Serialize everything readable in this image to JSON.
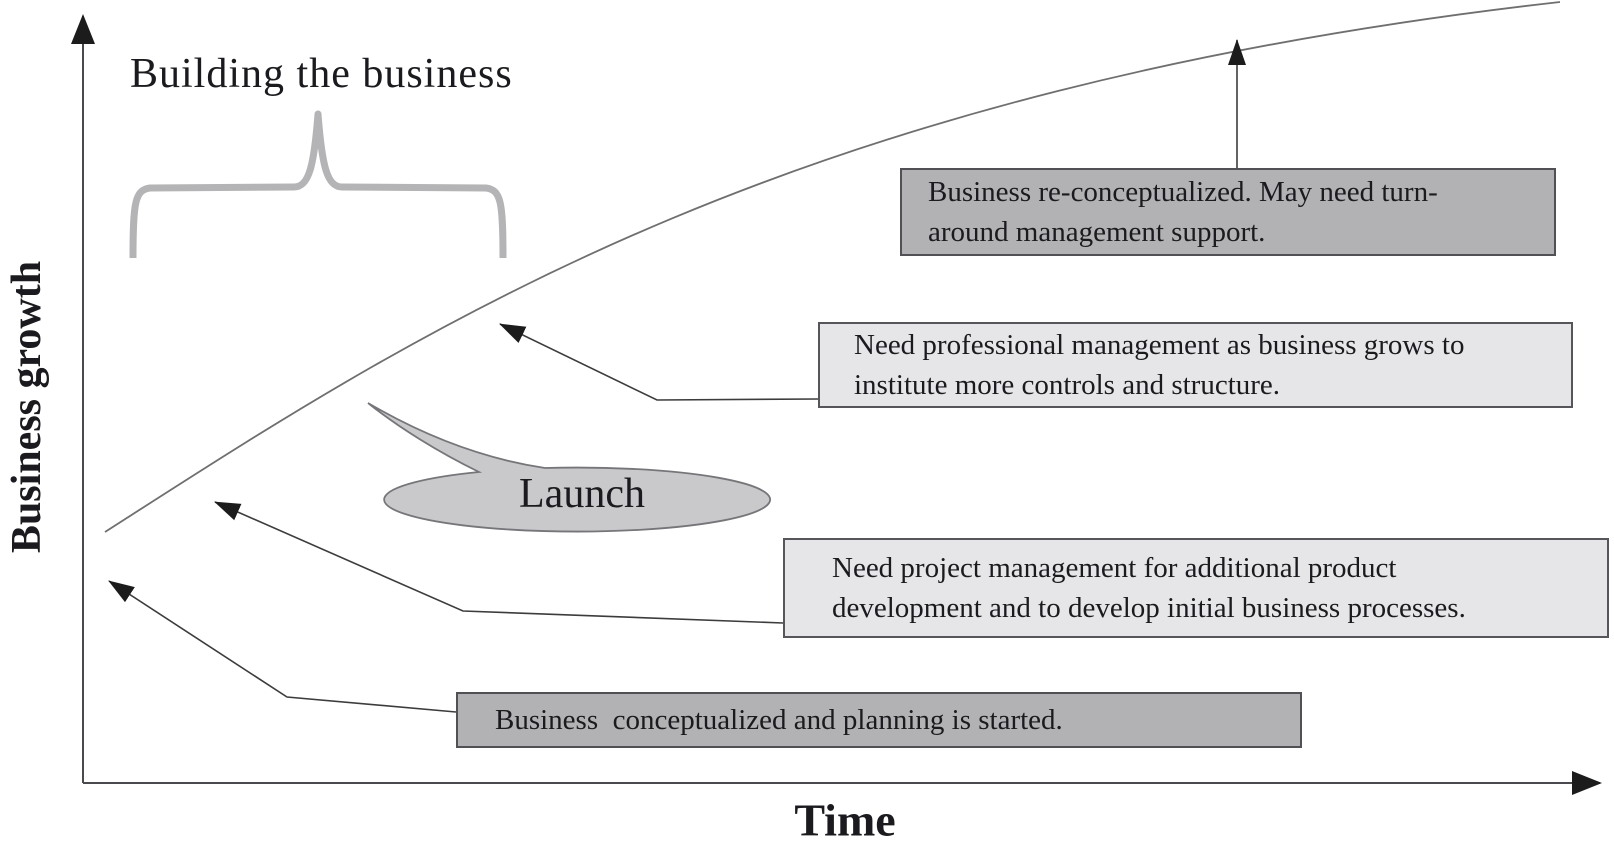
{
  "title": "Business growth over time diagram",
  "axes": {
    "y_label": "Business growth",
    "x_label": "Time"
  },
  "phase_brace": {
    "label": "Building the business"
  },
  "launch_bubble": {
    "label": "Launch"
  },
  "annotations": {
    "conceptualized": {
      "style": "dark",
      "lines": [
        "Business  conceptualized and planning is started."
      ]
    },
    "project": {
      "style": "light",
      "lines": [
        "Need project management for additional product",
        "development and to develop initial business processes."
      ]
    },
    "professional": {
      "style": "light",
      "lines": [
        "Need professional management as business grows to",
        "institute more controls and structure."
      ]
    },
    "reconceptualized": {
      "style": "dark",
      "lines": [
        "Business re-conceptualized. May need turn-",
        "around management support."
      ]
    }
  },
  "colors": {
    "box_dark": "#b2b2b4",
    "box_light": "#e6e6e8",
    "bubble_fill": "#c9c9cb",
    "bubble_border": "#76767a",
    "brace": "#b4b4b6",
    "curve": "#6f6f6f",
    "connector": "#3c3c3c",
    "axis": "#4a4a4e",
    "arrowhead": "#1c1c1c",
    "text": "#1b1b1f",
    "background": "#ffffff"
  }
}
